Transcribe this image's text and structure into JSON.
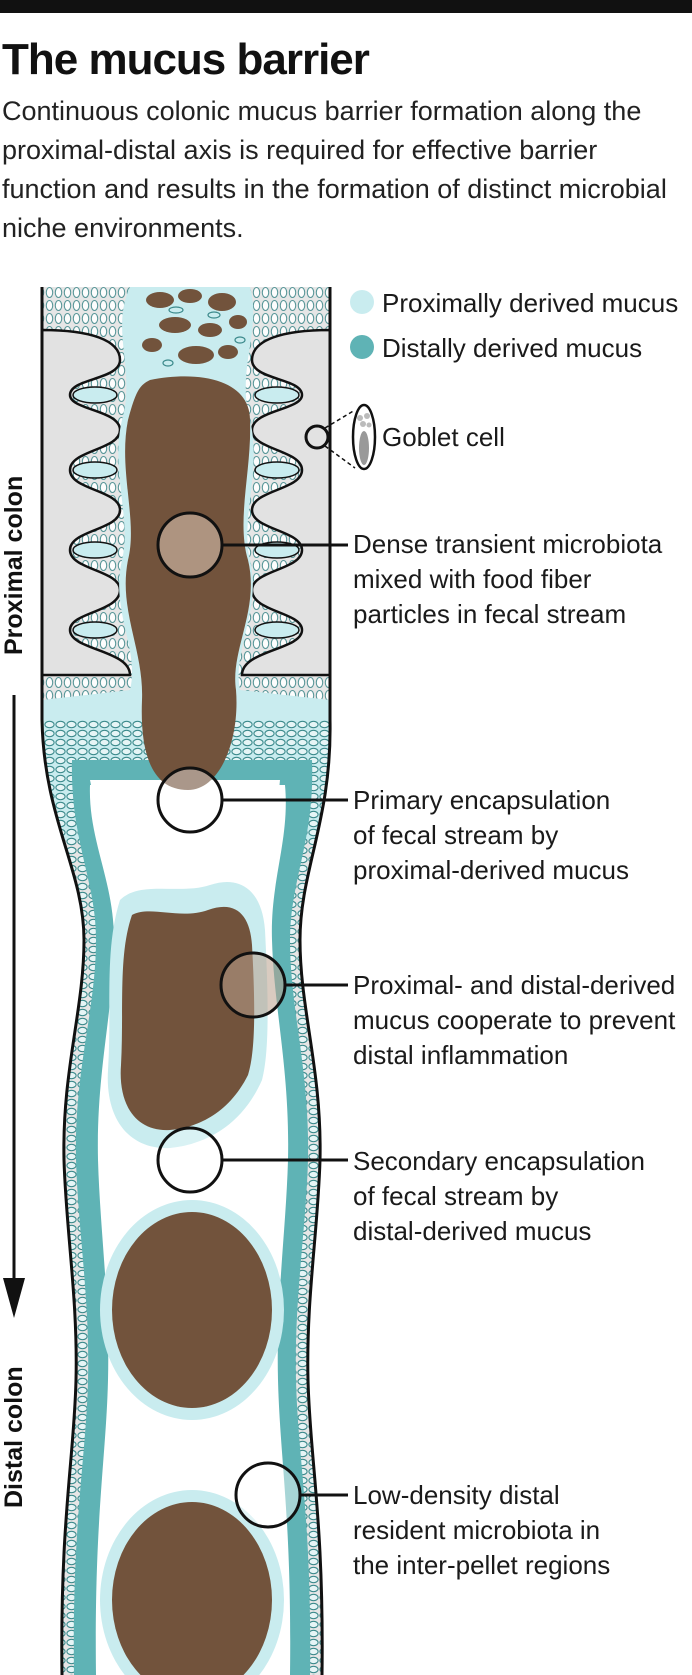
{
  "header": {
    "title": "The mucus barrier",
    "subtitle": "Continuous colonic mucus barrier formation along the proximal-distal axis is required for effective barrier function and results in the formation of distinct microbial niche environments."
  },
  "legend": {
    "proximal": "Proximally derived mucus",
    "distal": "Distally derived mucus",
    "goblet": "Goblet cell"
  },
  "axis": {
    "proximal": "Proximal colon",
    "distal": "Distal colon"
  },
  "callouts": [
    {
      "lines": [
        "Dense transient microbiota",
        "mixed with food fiber",
        "particles in fecal stream"
      ]
    },
    {
      "lines": [
        "Primary encapsulation",
        "of fecal stream by",
        "proximal-derived mucus"
      ]
    },
    {
      "lines": [
        "Proximal- and distal-derived",
        "mucus cooperate to prevent",
        "distal inflammation"
      ]
    },
    {
      "lines": [
        "Secondary encapsulation",
        "of fecal stream by",
        "distal-derived mucus"
      ]
    },
    {
      "lines": [
        "Low-density distal",
        "resident microbiota in",
        "the inter-pellet regions"
      ]
    }
  ],
  "colors": {
    "proximal_mucus": "#c9ecef",
    "distal_mucus": "#5fb3b5",
    "feces": "#72533c",
    "tissue": "#e6e6e6",
    "outline": "#111111"
  }
}
